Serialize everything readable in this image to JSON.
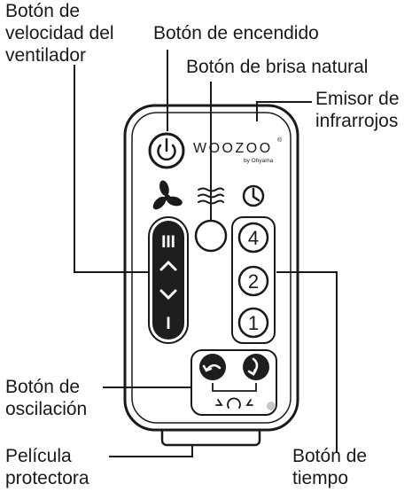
{
  "labels": {
    "fan_speed": [
      "Botón de",
      "velocidad del",
      "ventilador"
    ],
    "power": "Botón de encendido",
    "natural_breeze": "Botón de brisa natural",
    "infrared": [
      "Emisor de",
      "infrarrojos"
    ],
    "oscillation": [
      "Botón de",
      "oscilación"
    ],
    "protective_film": [
      "Película",
      "protectora"
    ],
    "timer": [
      "Botón de",
      "tiempo"
    ]
  },
  "remote": {
    "brand": "WOOZOO",
    "registered": "®",
    "sub_brand": "by Ohyama",
    "speed_high": "III",
    "speed_low": "I",
    "timer_buttons": [
      "4",
      "2",
      "1"
    ]
  },
  "icons": {
    "power": "power-icon",
    "fan": "fan-icon",
    "breeze": "wind-icon",
    "clock": "clock-icon",
    "up": "chevron-up-icon",
    "down": "chevron-down-icon",
    "rotate_left": "rotate-left-icon",
    "rotate_right": "rotate-right-icon"
  },
  "colors": {
    "ink": "#1a1a1a",
    "speed_bar": "#1e1e1e",
    "remote_fill": "#ffffff"
  }
}
